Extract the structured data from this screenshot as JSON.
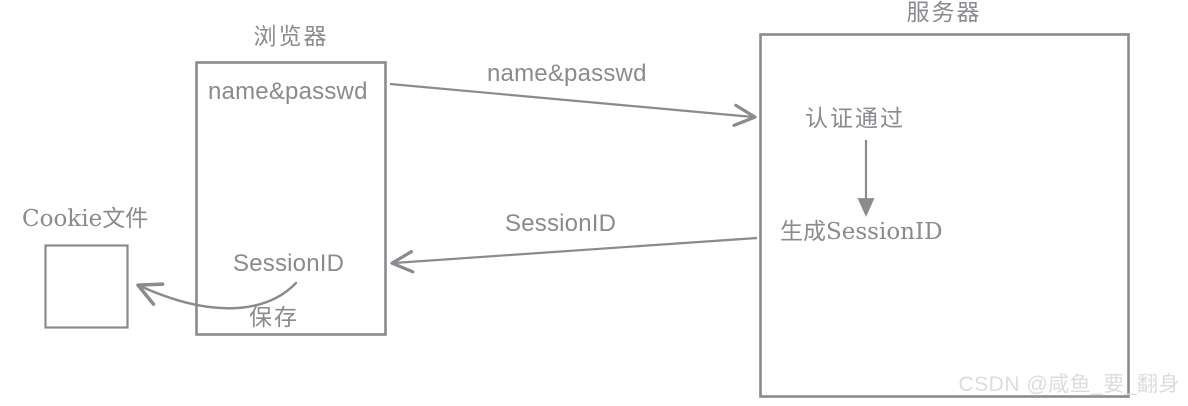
{
  "diagram": {
    "title_browser": "浏览器",
    "title_server": "服务器",
    "nodes": {
      "cookie_file_label": "Cookie文件",
      "browser_item_credentials": "name&passwd",
      "browser_item_sessionid": "SessionID",
      "browser_save_label": "保存",
      "server_step_auth": "认证通过",
      "server_step_generate": "生成SessionID"
    },
    "edges": {
      "request_label": "name&passwd",
      "response_label": "SessionID"
    },
    "colors": {
      "stroke": "#8a8a8f",
      "text": "#8a8a8f",
      "background": "#ffffff",
      "watermark": "#dcdcdc"
    }
  },
  "watermark": {
    "text": "CSDN @咸鱼_要_翻身"
  }
}
